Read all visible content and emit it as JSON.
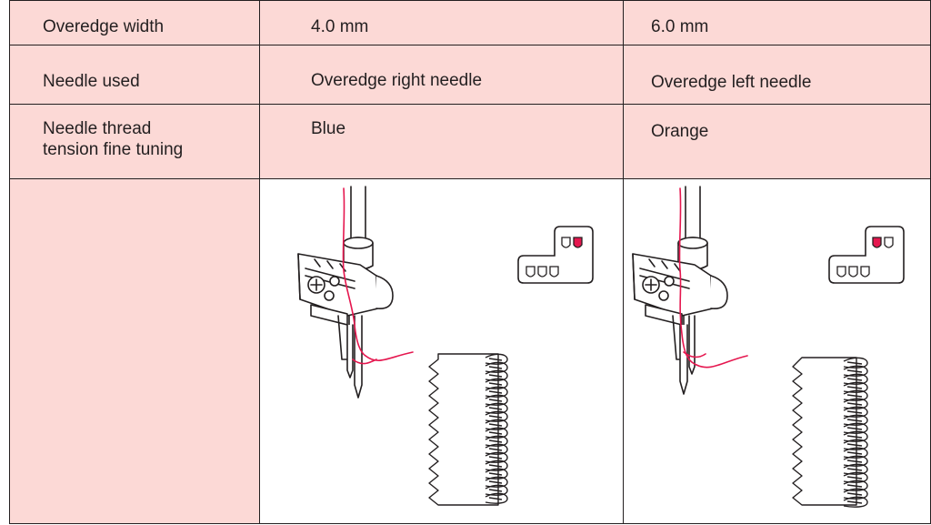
{
  "table": {
    "rows": [
      {
        "label": "Overedge width",
        "left_value": "4.0 mm",
        "right_value": "6.0 mm"
      },
      {
        "label": "Needle used",
        "left_value": "Overedge right needle",
        "right_value": "Overedge left needle"
      },
      {
        "label_line1": "Needle thread",
        "label_line2": "tension fine tuning",
        "left_value": "Blue",
        "right_value": "Orange"
      }
    ]
  },
  "colors": {
    "header_bg": "#fcd9d6",
    "border": "#231f20",
    "thread_accent": "#e5174f"
  },
  "illustrations": {
    "left": {
      "active_needle": "right",
      "icon": "needle-position-indicator-icon"
    },
    "right": {
      "active_needle": "left",
      "icon": "needle-position-indicator-icon"
    }
  }
}
